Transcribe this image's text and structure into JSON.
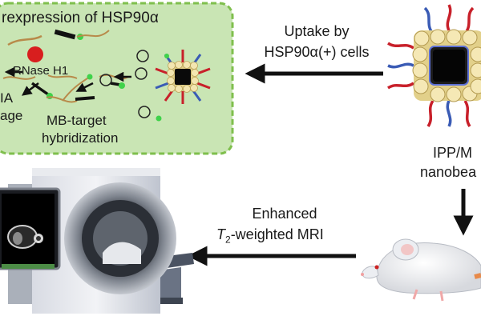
{
  "panel": {
    "title": "rexpression of HSP90α",
    "enzyme_label": "RNase H1",
    "cleavage_label_1": "IA",
    "cleavage_label_2": "age",
    "hybridization_label_1": "MB-target",
    "hybridization_label_2": "hybridization"
  },
  "uptake": {
    "line1": "Uptake by",
    "line2": "HSP90α(+) cells"
  },
  "nanobead": {
    "line1": "IPP/M",
    "line2": "nanobea"
  },
  "mri": {
    "line1": "Enhanced",
    "t_symbol": "T",
    "t_subscript": "2",
    "line2_rest": "-weighted MRI"
  },
  "colors": {
    "panel_fill": "#c9e5b4",
    "panel_border": "#7fbf4d",
    "arrow": "#111111",
    "core": "#0a0a0a",
    "shell": "#e2d08a",
    "probe_red": "#c8202a",
    "probe_blue": "#3a5bb5",
    "fluor_green": "#3fd24a",
    "rnase_red": "#d81e1e"
  }
}
